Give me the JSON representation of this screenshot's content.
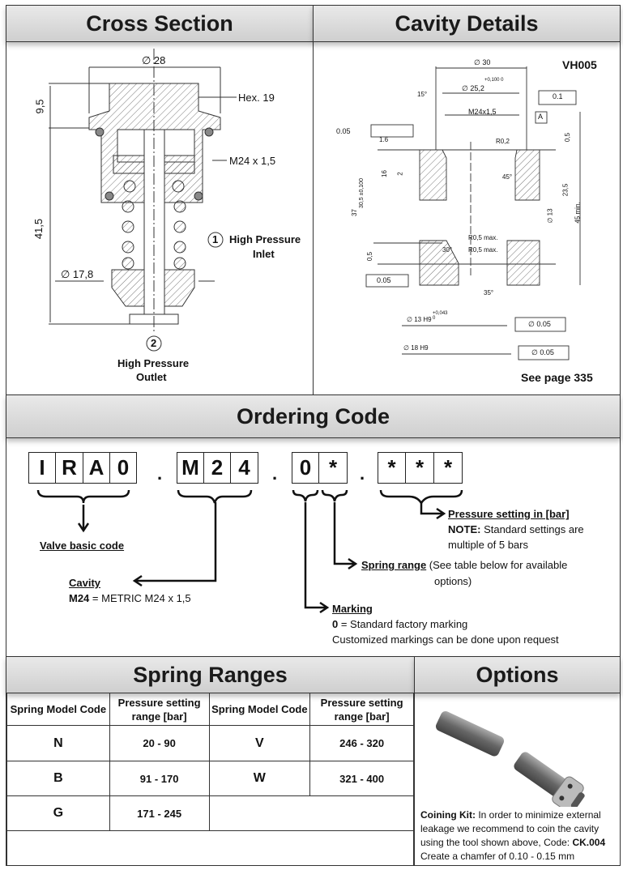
{
  "cross_section": {
    "title": "Cross Section",
    "dim_top": "∅ 28",
    "dim_hex": "Hex. 19",
    "dim_thread": "M24 x 1,5",
    "dim_95": "9,5",
    "dim_415": "41,5",
    "dim_178": "∅ 17,8",
    "port1_num": "1",
    "port1_label": "High Pressure",
    "port1_label2": "Inlet",
    "port2_num": "2",
    "port2_label": "High Pressure",
    "port2_label2": "Outlet"
  },
  "cavity": {
    "title": "Cavity Details",
    "code": "VH005",
    "see_page": "See page 335",
    "dims": {
      "d30": "∅ 30",
      "d252": "∅ 25,2",
      "tol252": "+0,100 0",
      "m24": "M24x1,5",
      "datum": "A",
      "runout": "0.1",
      "perp1": "0.05",
      "perp2": "0.05",
      "conc1": "∅ 0.05",
      "conc2": "∅ 0.05",
      "r02": "R0,2",
      "r05a": "R0,5 max.",
      "r05b": "R0,5 max.",
      "a15": "15°",
      "a45": "45°",
      "a30": "30°",
      "a35": "35°",
      "rough": "1.6",
      "d13h9": "∅ 13 H9",
      "d18h9": "∅ 18 H9",
      "tol_h9": "+0,043 0",
      "d16": "16",
      "d2": "2",
      "d305": "30,5 ±0,100",
      "d37": "37",
      "d05a": "0,5",
      "d05b": "0,5",
      "d235": "23,5",
      "d45": "45 min.",
      "d13": "∅ 13"
    }
  },
  "ordering": {
    "title": "Ordering Code",
    "group1": [
      "I",
      "R",
      "A",
      "0"
    ],
    "group2": [
      "M",
      "2",
      "4"
    ],
    "group3": [
      "0",
      "*"
    ],
    "group4": [
      "*",
      "*",
      "*"
    ],
    "separator": ".",
    "valve_basic": "Valve basic code",
    "cavity_title": "Cavity",
    "cavity_code": "M24",
    "cavity_desc": " = METRIC M24 x 1,5",
    "marking_title": "Marking",
    "marking_code": "0",
    "marking_desc": " = Standard factory marking",
    "marking_note": "Customized markings can be done upon request",
    "spring_title": "Spring range",
    "spring_desc": " (See table below for available",
    "spring_desc2": "options)",
    "pressure_title": "Pressure setting in [bar]",
    "pressure_note_label": "NOTE:",
    "pressure_note": " Standard settings are",
    "pressure_note2": "multiple of 5 bars"
  },
  "spring_ranges": {
    "title": "Spring Ranges",
    "headers": [
      "Spring Model Code",
      "Pressure setting range [bar]",
      "Spring Model Code",
      "Pressure setting range [bar]"
    ],
    "rows": [
      [
        "N",
        "20 - 90",
        "V",
        "246 - 320"
      ],
      [
        "B",
        "91 - 170",
        "W",
        "321 - 400"
      ],
      [
        "G",
        "171 - 245",
        "",
        ""
      ]
    ]
  },
  "options": {
    "title": "Options",
    "kit_label": "Coining Kit:",
    "kit_text": " In order to minimize external leakage we recommend to coin the cavity using the tool shown above, Code: ",
    "kit_code": "CK.004",
    "chamfer": "Create a chamfer of 0.10 - 0.15 mm"
  }
}
